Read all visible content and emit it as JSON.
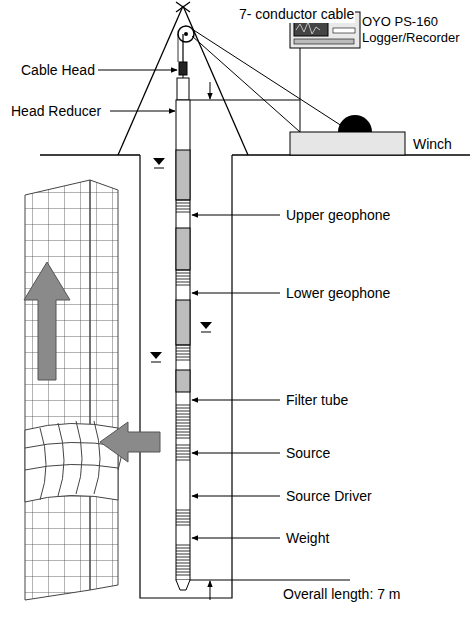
{
  "diagram": {
    "labels": [
      "7- conductor cable",
      "OYO PS-160 Logger/Recorder",
      "Cable Head",
      "Head Reducer",
      "Winch",
      "Upper geophone",
      "Lower geophone",
      "Filter tube",
      "Source",
      "Source Driver",
      "Weight",
      "Overall length: 7 m"
    ]
  }
}
